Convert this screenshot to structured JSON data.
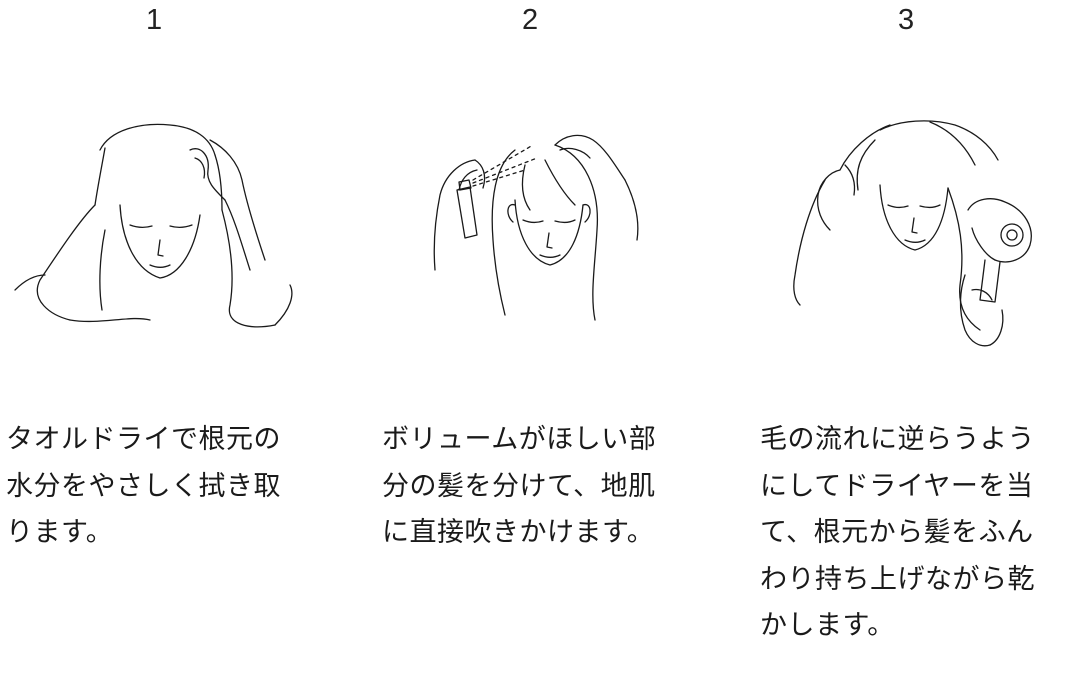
{
  "steps": [
    {
      "number": "1",
      "illustration_icon": "towel-dry-hair-illustration",
      "description": "タオルドライで根元の\n水分をやさしく拭き取\nります。"
    },
    {
      "number": "2",
      "illustration_icon": "spray-scalp-illustration",
      "description": "ボリュームがほしい部\n分の髪を分けて、地肌\nに直接吹きかけます。"
    },
    {
      "number": "3",
      "illustration_icon": "blow-dry-illustration",
      "description": "毛の流れに逆らうよう\nにしてドライヤーを当\nて、根元から髪をふん\nわり持ち上げながら乾\nかします。"
    }
  ]
}
